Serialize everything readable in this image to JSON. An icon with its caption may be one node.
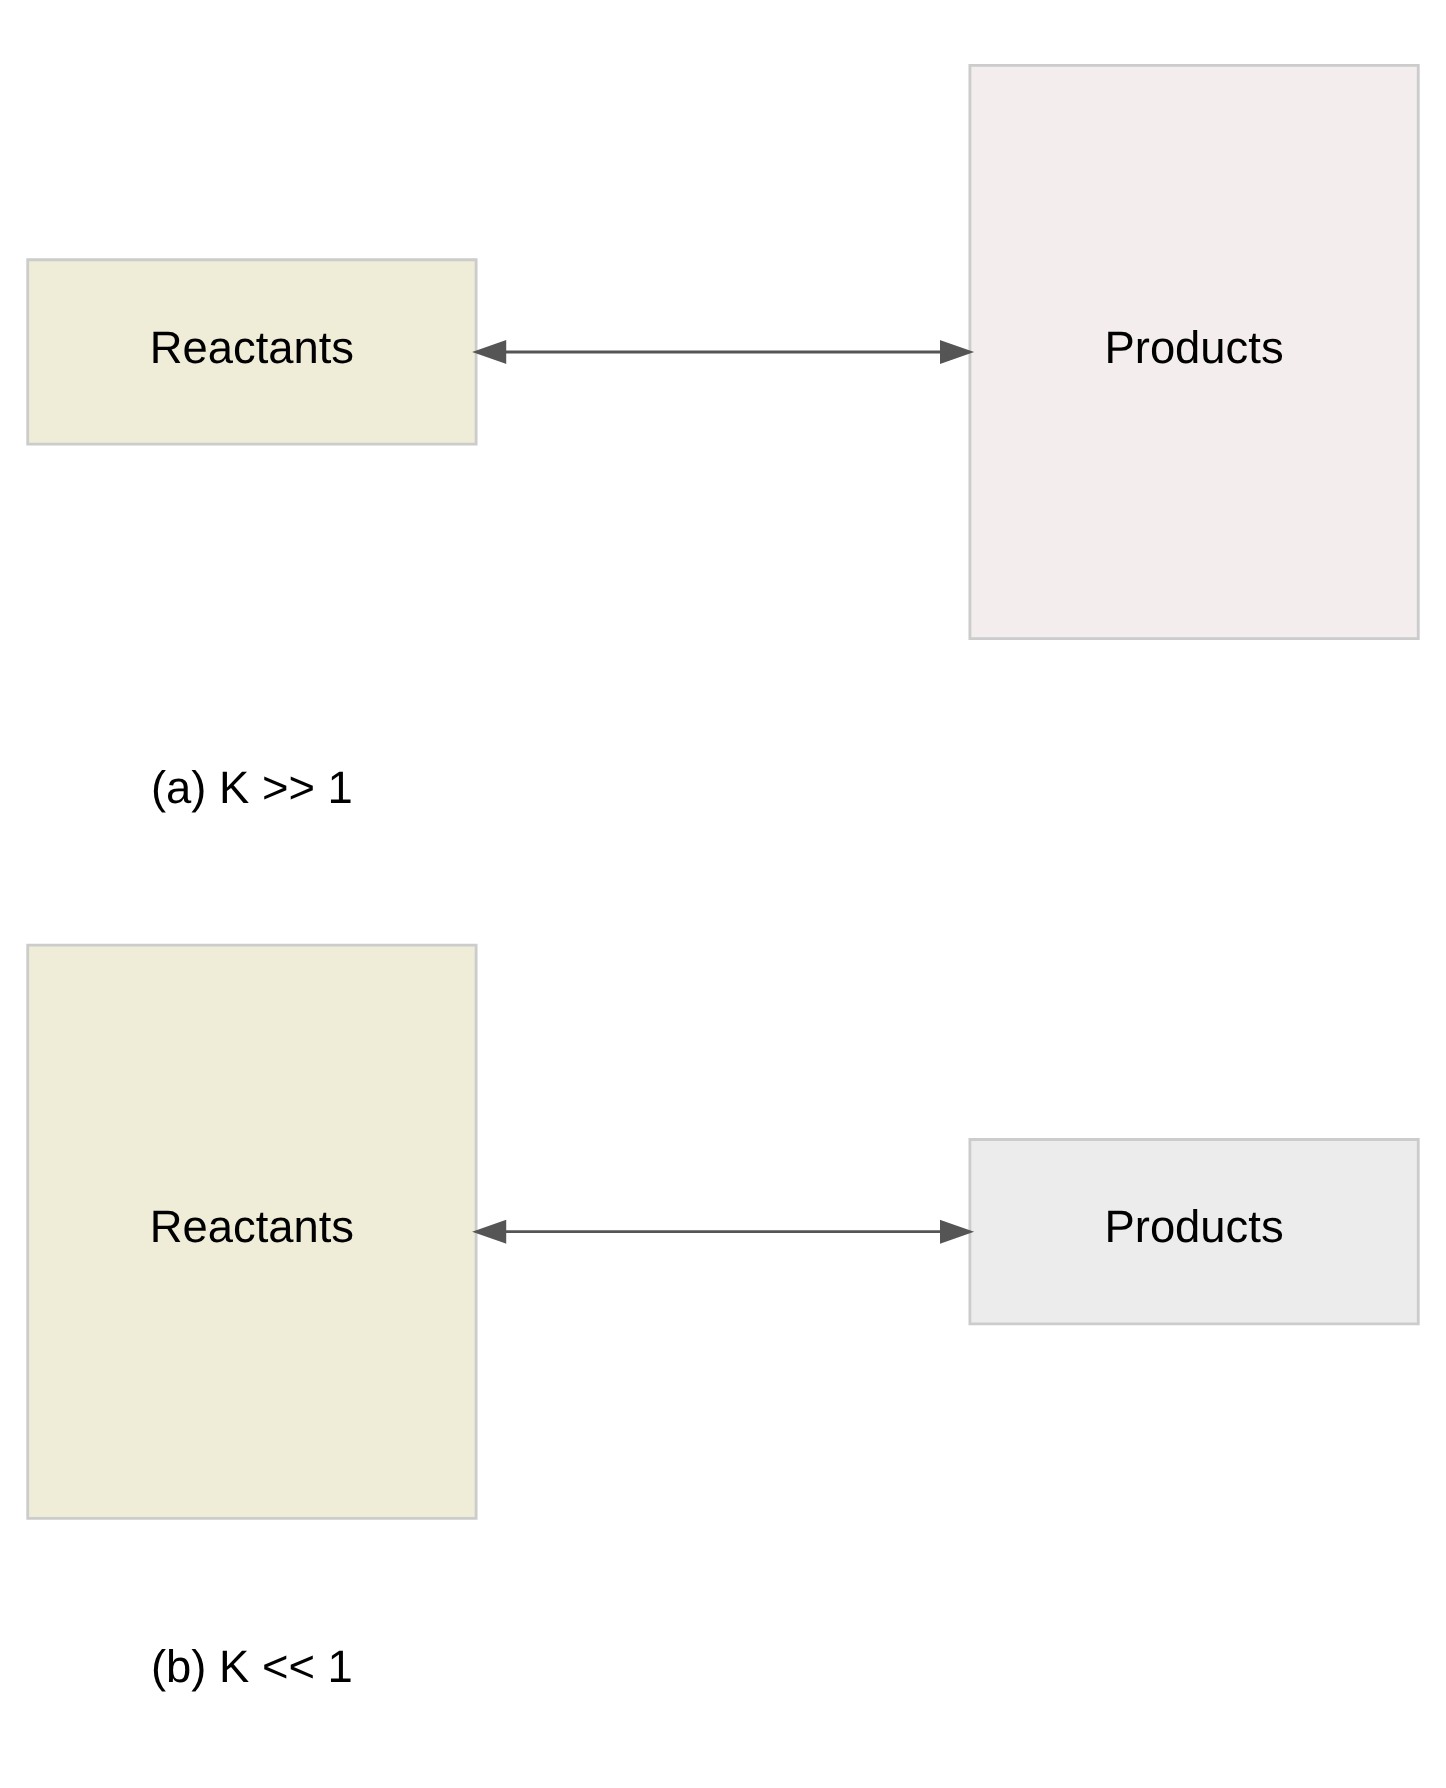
{
  "diagram": {
    "nodes": [
      {
        "text": [
          "Reactants"
        ]
      },
      {
        "text": [
          "Products"
        ]
      },
      {
        "text": [
          "Reactants"
        ]
      },
      {
        "text": [
          "Products"
        ]
      }
    ],
    "edges": [
      {
        "from": 0,
        "to": 1,
        "arrow": "both"
      },
      {
        "from": 2,
        "to": 3,
        "arrow": "both"
      }
    ],
    "labels": [
      "(a) K >> 1",
      "(b) K << 1"
    ]
  }
}
